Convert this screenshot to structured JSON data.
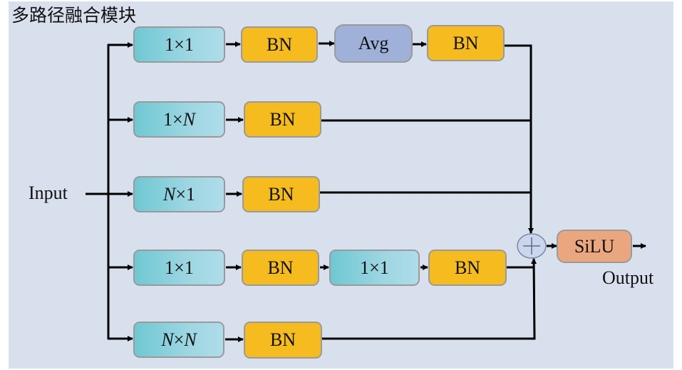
{
  "title": "多路径融合模块",
  "input_label": "Input",
  "output_label": "Output",
  "colors": {
    "background": "#d9e0ed",
    "conv": "#6fc8d3",
    "bn": "#f5bb1f",
    "avg": "#9fb1d9",
    "silu": "#eaa77f",
    "sum_node": "#c9d6ee",
    "line": "#000000"
  },
  "branches": [
    {
      "blocks": [
        {
          "type": "conv",
          "label": "1×1"
        },
        {
          "type": "bn",
          "label": "BN"
        },
        {
          "type": "avg",
          "label": "Avg"
        },
        {
          "type": "bn",
          "label": "BN"
        }
      ]
    },
    {
      "blocks": [
        {
          "type": "conv",
          "label": "1×N"
        },
        {
          "type": "bn",
          "label": "BN"
        }
      ]
    },
    {
      "blocks": [
        {
          "type": "conv",
          "label": "N×1"
        },
        {
          "type": "bn",
          "label": "BN"
        }
      ]
    },
    {
      "blocks": [
        {
          "type": "conv",
          "label": "1×1"
        },
        {
          "type": "bn",
          "label": "BN"
        },
        {
          "type": "conv",
          "label": "1×1"
        },
        {
          "type": "bn",
          "label": "BN"
        }
      ]
    },
    {
      "blocks": [
        {
          "type": "conv",
          "label": "N×N"
        },
        {
          "type": "bn",
          "label": "BN"
        }
      ]
    }
  ],
  "sum_node": {
    "symbol": "+",
    "icon": "plus-circle-icon"
  },
  "activation": {
    "label": "SiLU"
  }
}
